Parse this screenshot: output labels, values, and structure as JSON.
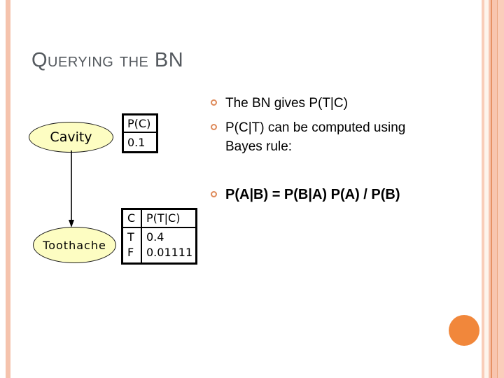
{
  "title": "Querying the BN",
  "bullets": [
    {
      "text": "The BN gives P(T|C)",
      "style": "regular"
    },
    {
      "text": "P(C|T) can be computed using\nBayes rule:",
      "style": "regular"
    },
    {
      "text": "P(A|B) = P(B|A) P(A) / P(B)",
      "style": "bold"
    }
  ],
  "diagram": {
    "nodes": [
      {
        "label": "Cavity"
      },
      {
        "label": "Toothache"
      }
    ],
    "edge": {
      "from": "Cavity",
      "to": "Toothache"
    },
    "prior_table": {
      "header": "P(C)",
      "value": "0.1"
    },
    "cpt_table": {
      "col_headers": [
        "C",
        "P(T|C)"
      ],
      "rows": [
        [
          "T",
          "0.4"
        ],
        [
          "F",
          "0.01111"
        ]
      ]
    }
  },
  "colors": {
    "accent_salmon": "#f5c3ad",
    "accent_dark_salmon": "#e69164",
    "bullet_ring": "#de8a5a",
    "node_fill": "#fdfdc2",
    "title_gray": "#54595e",
    "circle_orange": "#f1873b",
    "text": "#000000",
    "background": "#ffffff"
  }
}
